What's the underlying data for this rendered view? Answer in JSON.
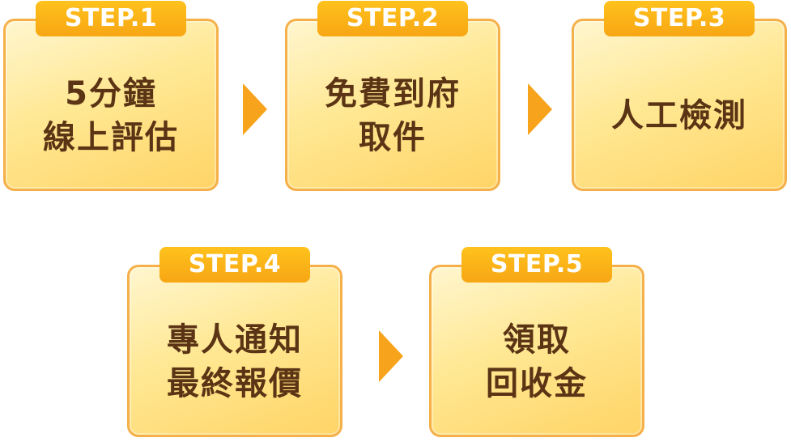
{
  "steps": [
    {
      "badge": "STEP.1",
      "lines": [
        "5分鐘",
        "線上評估"
      ]
    },
    {
      "badge": "STEP.2",
      "lines": [
        "免費到府",
        "取件"
      ]
    },
    {
      "badge": "STEP.3",
      "lines": [
        "人工檢測"
      ]
    },
    {
      "badge": "STEP.4",
      "lines": [
        "專人通知",
        "最終報價"
      ]
    },
    {
      "badge": "STEP.5",
      "lines": [
        "領取",
        "回收金"
      ]
    }
  ],
  "colors": {
    "badge": "#f7a614",
    "border": "#f5b04a",
    "text": "#5a3414",
    "arrow": "#f7a41c"
  }
}
